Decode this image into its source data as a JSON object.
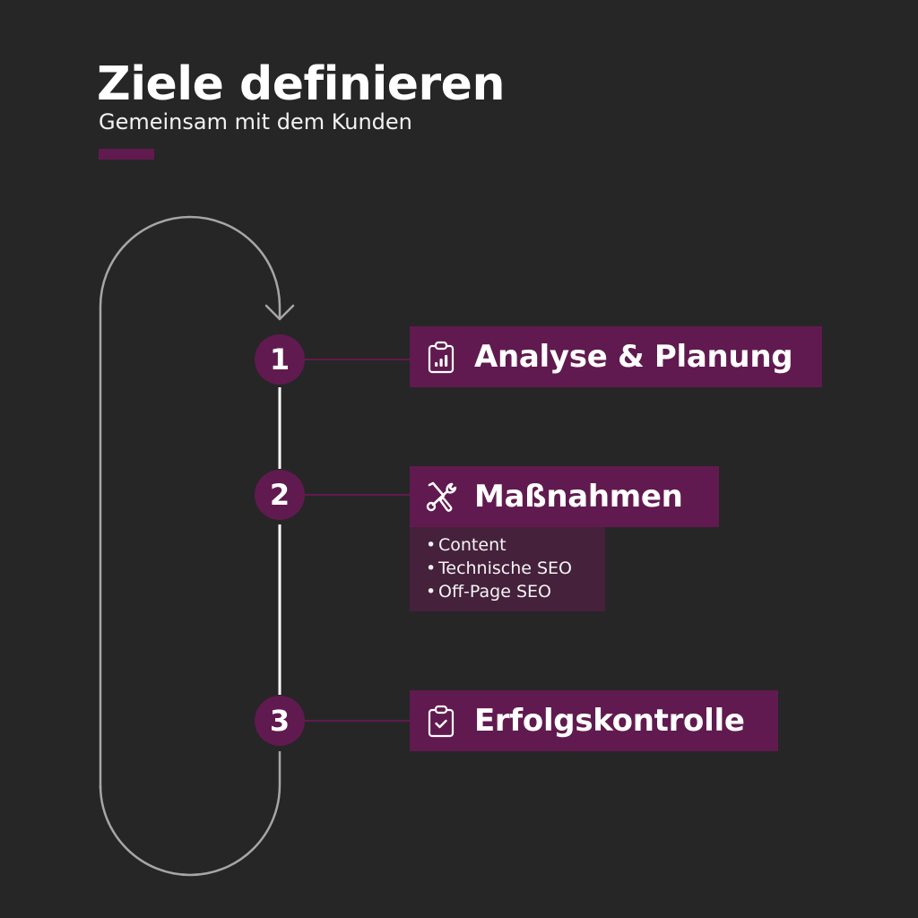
{
  "header": {
    "title": "Ziele definieren",
    "subtitle": "Gemeinsam mit dem Kunden"
  },
  "colors": {
    "background": "#262626",
    "accent": "#611a4f",
    "sub_box": "#45213b",
    "loop_line": "#a6a6a6",
    "timeline_line": "#ffffff",
    "text": "#ffffff"
  },
  "steps": [
    {
      "number": "1",
      "label": "Analyse & Planung",
      "icon": "clipboard-chart-icon"
    },
    {
      "number": "2",
      "label": "Maßnahmen",
      "icon": "tools-icon",
      "sub_items": [
        {
          "bullet": "•",
          "text": "Content"
        },
        {
          "bullet": "•",
          "text": "Technische SEO"
        },
        {
          "bullet": "•",
          "text": "Off-Page SEO"
        }
      ]
    },
    {
      "number": "3",
      "label": "Erfolgskontrolle",
      "icon": "clipboard-check-icon"
    }
  ]
}
